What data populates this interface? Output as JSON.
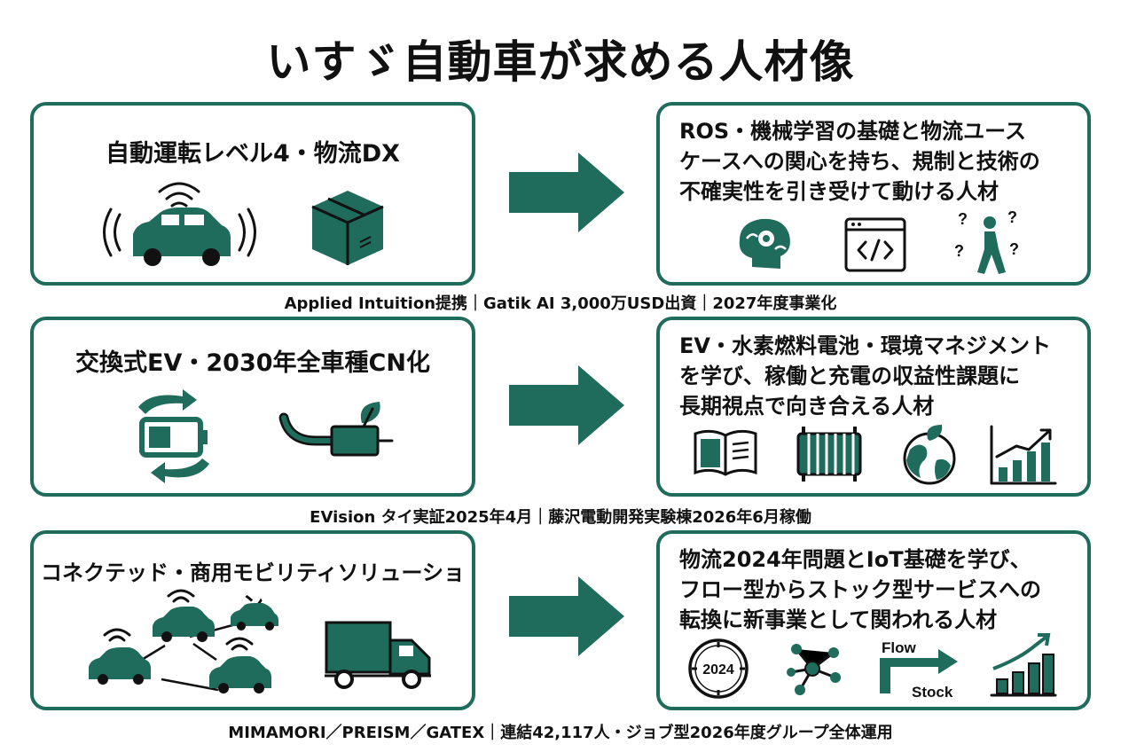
{
  "title": "いすゞ自動車が求める人材像",
  "rows": [
    {
      "left_title": "自動運転レベル4・物流DX",
      "right_lines": [
        "ROS・機械学習の基礎と物流ユース",
        "ケースへの関心を持ち、規制と技術の",
        "不確実性を引き受けて動ける人材"
      ],
      "caption": "Applied Intuition提携｜Gatik AI 3,000万USD出資｜2027年度事業化"
    },
    {
      "left_title": "交換式EV・2030年全車種CN化",
      "right_lines": [
        "EV・水素燃料電池・環境マネジメント",
        "を学び、稼働と充電の収益性課題に",
        "長期視点で向き合える人材"
      ],
      "caption": "EVision タイ実証2025年4月｜藤沢電動開発実験棟2026年6月稼働"
    },
    {
      "left_title": "コネクテッド・商用モビリティソリューション",
      "right_lines": [
        "物流2024年問題とIoT基礎を学び、",
        "フロー型からストック型サービスへの",
        "転換に新事業として関われる人材"
      ],
      "caption": "MIMAMORI／PREISM／GATEX｜連結42,117人・ジョブ型2026年度グループ全体運用"
    }
  ],
  "icon_labels": {
    "clock_year": "2024",
    "flow": "Flow",
    "stock": "Stock"
  },
  "colors": {
    "accent": "#1f6b5c",
    "text": "#111111"
  }
}
